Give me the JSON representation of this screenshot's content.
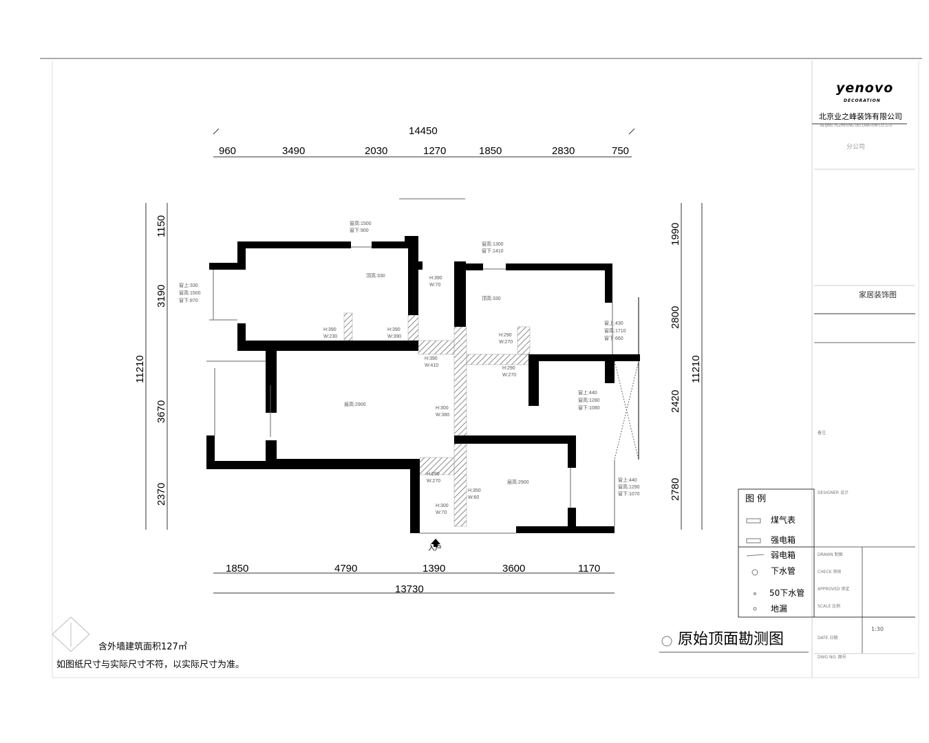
{
  "title_block": {
    "logo": "yenovo",
    "logo_sub": "DECORATION",
    "company": "北京业之峰装饰有限公司",
    "company_en": "BEIJING YEZHIFENG DECORATION CO.,LTD",
    "branch": "分公司",
    "drawing_type": "家居装饰图",
    "notes_label": "备注",
    "designer_label": "DESIGNER 设计",
    "drawn_label": "DRAWN 制图",
    "check_label": "CHECK 审核",
    "approved_label": "APPROVED 审定",
    "scale_label": "SCALE 比例",
    "date_label": "DATE 日期",
    "dwg_no_label": "DWG NO. 图号",
    "scale_value": "1:30"
  },
  "legend": {
    "title": "图 例",
    "items": [
      "煤气表",
      "强电箱",
      "弱电箱",
      "下水管",
      "50下水管",
      "地漏"
    ]
  },
  "drawing_title": "原始顶面勘测图",
  "notes": {
    "area": "含外墙建筑面积127㎡",
    "disclaimer": "如图纸尺寸与实际尺寸不符，以实际尺寸为准。"
  },
  "entrance": "入户",
  "dimensions": {
    "top_total": "14450",
    "top": [
      "960",
      "3490",
      "2030",
      "1270",
      "1850",
      "2830",
      "750"
    ],
    "bottom": [
      "1850",
      "4790",
      "1390",
      "3600",
      "1170"
    ],
    "bottom_total": "13730",
    "left": [
      "1150",
      "3190",
      "3670",
      "2370"
    ],
    "left_total": "11210",
    "right": [
      "1990",
      "2800",
      "2420",
      "2780"
    ],
    "right_total": "11210"
  },
  "annotations": {
    "a1": [
      "窗高:1500",
      "窗下:900"
    ],
    "a2": [
      "顶高:330"
    ],
    "a3": [
      "窗上:330",
      "窗高:1500",
      "窗下:870"
    ],
    "a4": [
      "H:390",
      "W:230"
    ],
    "a5": [
      "H:390",
      "W:390"
    ],
    "a6": [
      "H:390",
      "W:70"
    ],
    "a7": [
      "窗高:1300",
      "窗下:1410"
    ],
    "a8": [
      "顶高:330"
    ],
    "a9": [
      "窗上:430",
      "窗高:1710",
      "窗下:660"
    ],
    "a10": [
      "H:390",
      "W:410"
    ],
    "a11": [
      "H:290",
      "W:270"
    ],
    "a12": [
      "H:290",
      "W:270"
    ],
    "a13": [
      "窗上:440",
      "窗高:1280",
      "窗下:1080"
    ],
    "a14": [
      "层高:2900"
    ],
    "a15": [
      "H:300",
      "W:380"
    ],
    "a16": [
      "H:290",
      "W:270"
    ],
    "a17": [
      "H:300",
      "W:70"
    ],
    "a18": [
      "H:350",
      "W:60"
    ],
    "a19": [
      "层高:2900"
    ],
    "a20": [
      "窗上:440",
      "窗高:1290",
      "窗下:1070"
    ]
  }
}
